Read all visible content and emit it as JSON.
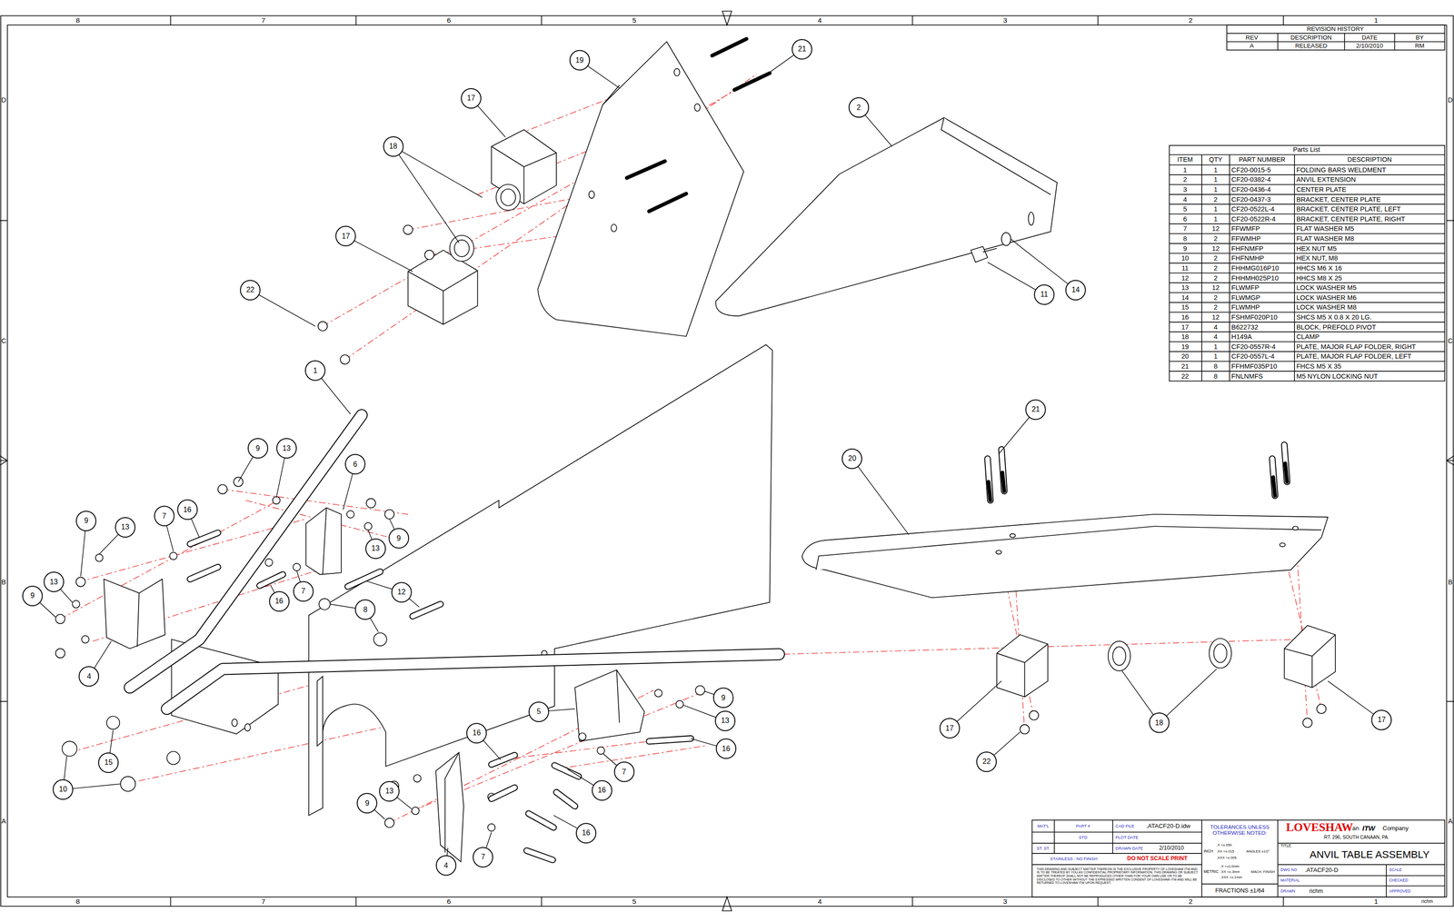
{
  "diagram": {
    "title": "ANVIL TABLE ASSEMBLY",
    "nodes": [
      {
        "text": [
          "19"
        ]
      },
      {
        "text": [
          "21"
        ]
      },
      {
        "text": [
          "17"
        ]
      },
      {
        "text": [
          "18"
        ]
      },
      {
        "text": [
          "2"
        ]
      },
      {
        "text": [
          "17"
        ]
      },
      {
        "text": [
          "22"
        ]
      },
      {
        "text": [
          "11"
        ]
      },
      {
        "text": [
          "14"
        ]
      },
      {
        "text": [
          "1"
        ]
      },
      {
        "text": [
          "21"
        ]
      },
      {
        "text": [
          "9"
        ]
      },
      {
        "text": [
          "13"
        ]
      },
      {
        "text": [
          "6"
        ]
      },
      {
        "text": [
          "20"
        ]
      },
      {
        "text": [
          "16"
        ]
      },
      {
        "text": [
          "9"
        ]
      },
      {
        "text": [
          "13"
        ]
      },
      {
        "text": [
          "7"
        ]
      },
      {
        "text": [
          "9"
        ]
      },
      {
        "text": [
          "13"
        ]
      },
      {
        "text": [
          "13"
        ]
      },
      {
        "text": [
          "9"
        ]
      },
      {
        "text": [
          "7"
        ]
      },
      {
        "text": [
          "16"
        ]
      },
      {
        "text": [
          "12"
        ]
      },
      {
        "text": [
          "8"
        ]
      },
      {
        "text": [
          "4"
        ]
      },
      {
        "text": [
          "5"
        ]
      },
      {
        "text": [
          "9"
        ]
      },
      {
        "text": [
          "13"
        ]
      },
      {
        "text": [
          "16"
        ]
      },
      {
        "text": [
          "18"
        ]
      },
      {
        "text": [
          "17"
        ]
      },
      {
        "text": [
          "17"
        ]
      },
      {
        "text": [
          "15"
        ]
      },
      {
        "text": [
          "16"
        ]
      },
      {
        "text": [
          "7"
        ]
      },
      {
        "text": [
          "16"
        ]
      },
      {
        "text": [
          "10"
        ]
      },
      {
        "text": [
          "22"
        ]
      },
      {
        "text": [
          "9"
        ]
      },
      {
        "text": [
          "13"
        ]
      },
      {
        "text": [
          "16"
        ]
      },
      {
        "text": [
          "4"
        ]
      },
      {
        "text": [
          "7"
        ]
      }
    ],
    "labels": [
      "8",
      "7",
      "6",
      "5",
      "4",
      "3",
      "2",
      "1",
      "8",
      "7",
      "6",
      "5",
      "4",
      "3",
      "2",
      "1",
      "D",
      "C",
      "B",
      "A",
      "D",
      "C",
      "B",
      "A",
      "REVISION HISTORY",
      "REV",
      "DESCRIPTION",
      "DATE",
      "BY",
      "A",
      "RELEASED",
      "2/10/2010",
      "RM",
      "Parts List",
      "ITEM",
      "QTY",
      "PART NUMBER",
      "DESCRIPTION",
      "1",
      "1",
      "CF20-0015-5",
      "FOLDING BARS WELDMENT",
      "2",
      "1",
      "CF20-0382-4",
      "ANVIL EXTENSION",
      "3",
      "1",
      "CF20-0436-4",
      "CENTER PLATE",
      "4",
      "2",
      "CF20-0437-3",
      "BRACKET, CENTER PLATE",
      "5",
      "1",
      "CF20-0522L-4",
      "BRACKET, CENTER PLATE, LEFT",
      "6",
      "1",
      "CF20-0522R-4",
      "BRACKET, CENTER PLATE, RIGHT",
      "7",
      "12",
      "FFWMFP",
      "FLAT WASHER M5",
      "8",
      "2",
      "FFWMHP",
      "FLAT WASHER M8",
      "9",
      "12",
      "FHFNMFP",
      "HEX NUT M5",
      "10",
      "2",
      "FHFNMHP",
      "HEX NUT, M8",
      "11",
      "2",
      "FHHMG016P10",
      "HHCS M6 X 16",
      "12",
      "2",
      "FHHMH025P10",
      "HHCS M8 X 25",
      "13",
      "12",
      "FLWMFP",
      "LOCK WASHER M5",
      "14",
      "2",
      "FLWMGP",
      "LOCK WASHER M6",
      "15",
      "2",
      "FLWMHP",
      "LOCK WASHER M8",
      "16",
      "12",
      "FSHMF020P10",
      "SHCS M5 X 0.8 X 20 LG.",
      "17",
      "4",
      "B622732",
      "BLOCK, PREFOLD PIVOT",
      "18",
      "4",
      "H149A",
      "CLAMP",
      "19",
      "1",
      "CF20-0557R-4",
      "PLATE, MAJOR FLAP FOLDER, RIGHT",
      "20",
      "1",
      "CF20-0557L-4",
      "PLATE, MAJOR FLAP FOLDER, LEFT",
      "21",
      "8",
      "FFHMF035P10",
      "FHCS M5 X 35",
      "22",
      "8",
      "FNLNMFS",
      "M5 NYLON LOCKING NUT",
      "MAT'L",
      "PART #",
      "CAD FILE",
      ".ATACF20-D.idw",
      "STD",
      "PLOT DATE",
      "ST. ST.",
      "DRAWN DATE",
      "2/10/2010",
      "STAINLESS : NO FINISH",
      "DO NOT SCALE PRINT",
      "THIS DRAWING AND SUBJECT MATTER THEREON IS THE EXCLUSIVE PROPERTY OF LOVESHAW ITW AND IS TO BE TREATED BY YOU AS CONFIDENTIAL PROPRIETARY INFORMATION. THIS DRAWING OR SUBJECT MATTER THEREOF SHALL NOT BE REPRODUCED OTHER THAN FOR YOUR OWN USE OR TO BE DISCLOSED TO OTHER WITHOUT THE EXPRESSED WRITTEN CONSENT OF LOVESHAW ITW AND WILL BE RETURNED TO LOVESHAW ITW UPON REQUEST.",
      "TOLERANCES UNLESS OTHERWISE NOTED:",
      ".X =±.050",
      "INCH",
      ".XX =±.015",
      ".XXX =±.005",
      "ANGLES ±1/2°",
      "METRIC",
      ".X =±1.0mm",
      ".XX =±.3mm",
      ".XXX =±.1mm",
      "MACH. FINISH",
      "FRACTIONS ±1/64",
      "LOVESHAW",
      "an",
      "ITW",
      "Company",
      "RT. 296, SOUTH CANAAN, PA.",
      "TITLE",
      "ANVIL TABLE ASSEMBLY",
      "DWG NO",
      ".ATACF20-D",
      "SCALE",
      "MATERIAL",
      "CHECKED",
      "DRAWN",
      "richm",
      "APPROVED",
      "richm"
    ]
  }
}
